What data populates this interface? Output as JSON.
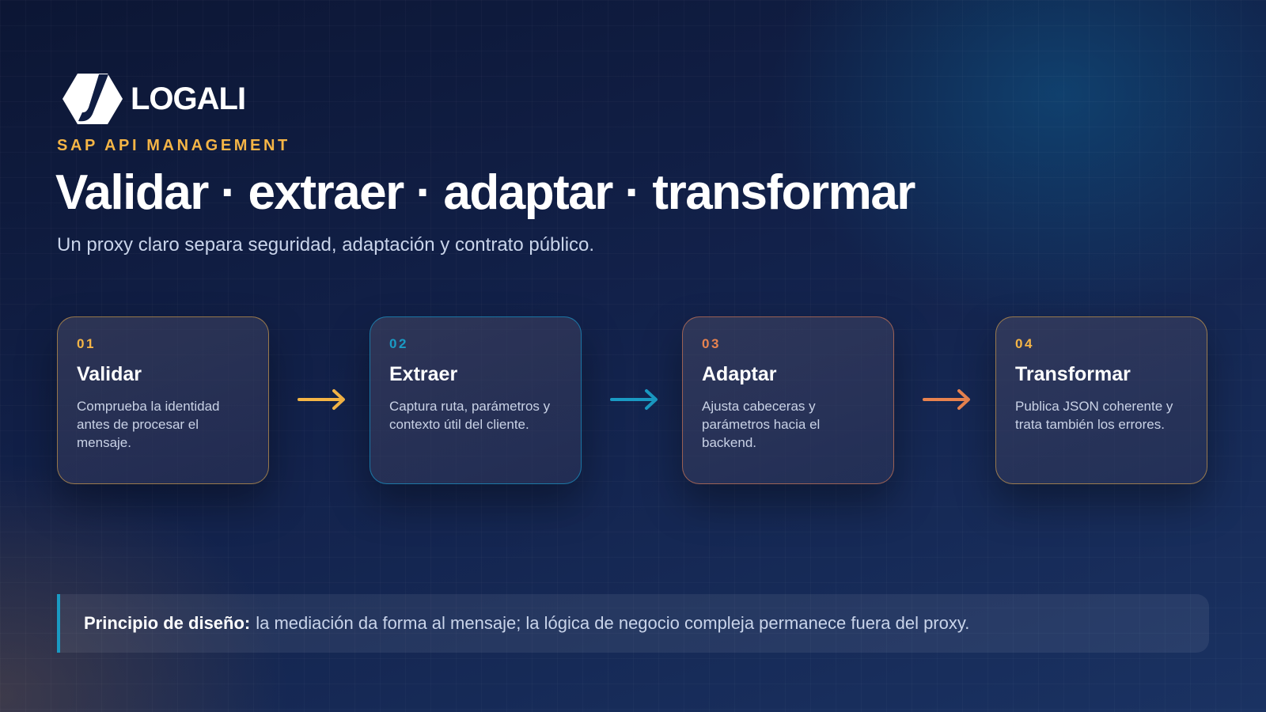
{
  "brand": {
    "logo_text": "LOGALI",
    "kicker": "SAP API MANAGEMENT"
  },
  "title": "Validar · extraer · adaptar · transformar",
  "subtitle": "Un proxy claro separa seguridad, adaptación y contrato público.",
  "steps": [
    {
      "number": "01",
      "title": "Validar",
      "description": "Comprueba la identidad antes de procesar el mensaje.",
      "accent": "#f5b546"
    },
    {
      "number": "02",
      "title": "Extraer",
      "description": "Captura ruta, parámetros y contexto útil del cliente.",
      "accent": "#1a9bc4"
    },
    {
      "number": "03",
      "title": "Adaptar",
      "description": "Ajusta cabeceras y parámetros hacia el backend.",
      "accent": "#e8834f"
    },
    {
      "number": "04",
      "title": "Transformar",
      "description": "Publica JSON coherente y trata también los errores.",
      "accent": "#f5b546"
    }
  ],
  "arrows": [
    {
      "color": "#f5b546"
    },
    {
      "color": "#1a9bc4"
    },
    {
      "color": "#e8834f"
    }
  ],
  "principle": {
    "label": "Principio de diseño:",
    "text": "la mediación da forma al mensaje; la lógica de negocio compleja permanece fuera del proxy."
  },
  "colors": {
    "background": "#0c1634",
    "accent_gold": "#f5b546",
    "accent_blue": "#1a9bc4",
    "accent_orange": "#e8834f"
  }
}
